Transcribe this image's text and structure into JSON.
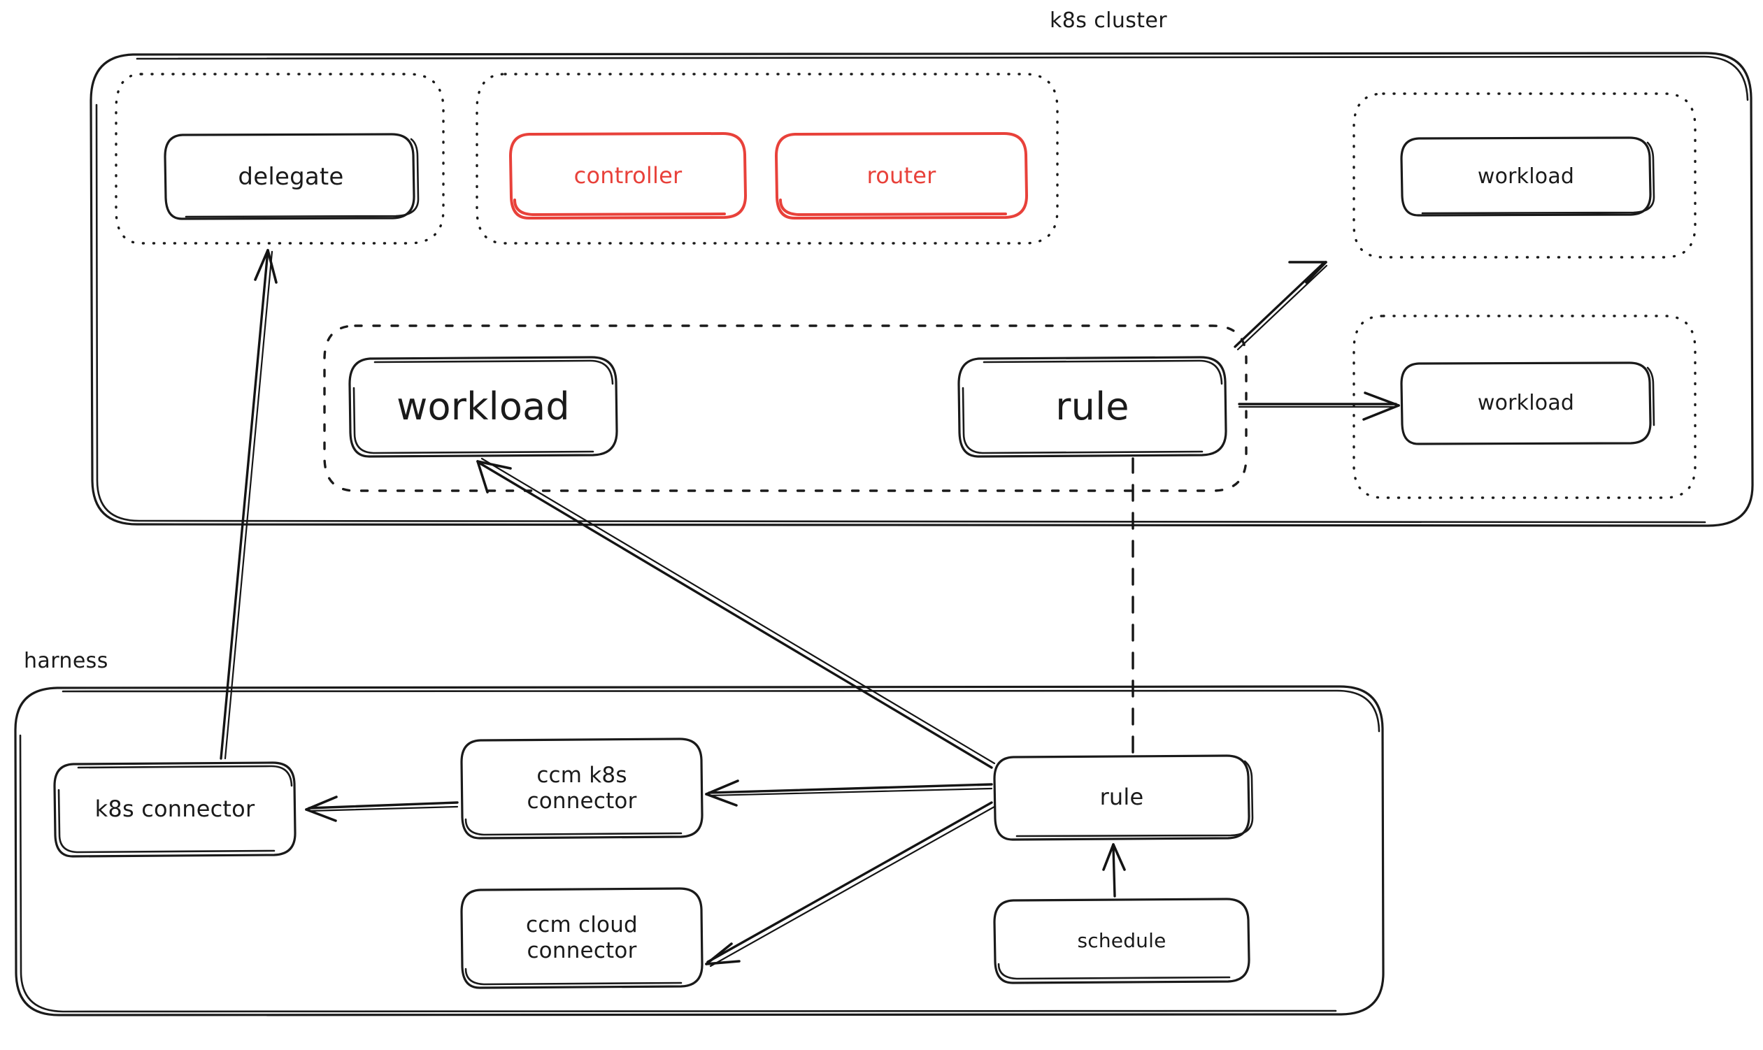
{
  "diagram": {
    "title_note": "k8s cluster / harness architecture sketch",
    "style": "hand-drawn whiteboard",
    "colors": {
      "stroke": "#1a1a1a",
      "accent_red": "#e8413a",
      "background": "#ffffff"
    }
  },
  "containers": [
    {
      "id": "k8s-cluster",
      "label": "k8s cluster",
      "label_position": "top-center",
      "border": "solid"
    },
    {
      "id": "harness",
      "label": "harness",
      "label_position": "top-left",
      "border": "solid"
    }
  ],
  "groups": [
    {
      "id": "group-delegate",
      "border": "dotted"
    },
    {
      "id": "group-controller-router",
      "border": "dotted"
    },
    {
      "id": "group-workload-top-right",
      "border": "dotted"
    },
    {
      "id": "group-workload-mid-right",
      "border": "dotted"
    },
    {
      "id": "group-workload-rule",
      "border": "dotted"
    }
  ],
  "nodes": {
    "delegate": {
      "label": "delegate",
      "color": "#1a1a1a",
      "font_size": 34
    },
    "controller": {
      "label": "controller",
      "color": "#e8413a",
      "font_size": 32
    },
    "router": {
      "label": "router",
      "color": "#e8413a",
      "font_size": 32
    },
    "workload_top_right": {
      "label": "workload",
      "color": "#1a1a1a",
      "font_size": 30
    },
    "workload_mid_left": {
      "label": "workload",
      "color": "#1a1a1a",
      "font_size": 54
    },
    "rule_cluster": {
      "label": "rule",
      "color": "#1a1a1a",
      "font_size": 54
    },
    "workload_mid_right": {
      "label": "workload",
      "color": "#1a1a1a",
      "font_size": 30
    },
    "k8s_connector": {
      "label": "k8s connector",
      "color": "#1a1a1a",
      "font_size": 32
    },
    "ccm_k8s_connector": {
      "label": "ccm k8s\nconnector",
      "color": "#1a1a1a",
      "font_size": 31
    },
    "ccm_cloud_connector": {
      "label": "ccm cloud\nconnector",
      "color": "#1a1a1a",
      "font_size": 31
    },
    "rule_harness": {
      "label": "rule",
      "color": "#1a1a1a",
      "font_size": 32
    },
    "schedule": {
      "label": "schedule",
      "color": "#1a1a1a",
      "font_size": 28
    }
  },
  "edges": [
    {
      "from": "k8s_connector",
      "to": "delegate",
      "style": "solid",
      "arrow": "to"
    },
    {
      "from": "rule_harness",
      "to": "workload_mid_left",
      "style": "solid",
      "arrow": "to"
    },
    {
      "from": "rule_harness",
      "to": "ccm_k8s_connector",
      "style": "solid",
      "arrow": "to"
    },
    {
      "from": "rule_harness",
      "to": "ccm_cloud_connector",
      "style": "solid",
      "arrow": "to"
    },
    {
      "from": "ccm_k8s_connector",
      "to": "k8s_connector",
      "style": "solid",
      "arrow": "to"
    },
    {
      "from": "schedule",
      "to": "rule_harness",
      "style": "solid",
      "arrow": "to"
    },
    {
      "from": "rule_harness",
      "to": "rule_cluster",
      "style": "dashed",
      "arrow": "none"
    },
    {
      "from": "rule_cluster",
      "to": "workload_top_right",
      "style": "solid",
      "arrow": "to"
    },
    {
      "from": "rule_cluster",
      "to": "workload_mid_right",
      "style": "solid",
      "arrow": "to"
    }
  ]
}
